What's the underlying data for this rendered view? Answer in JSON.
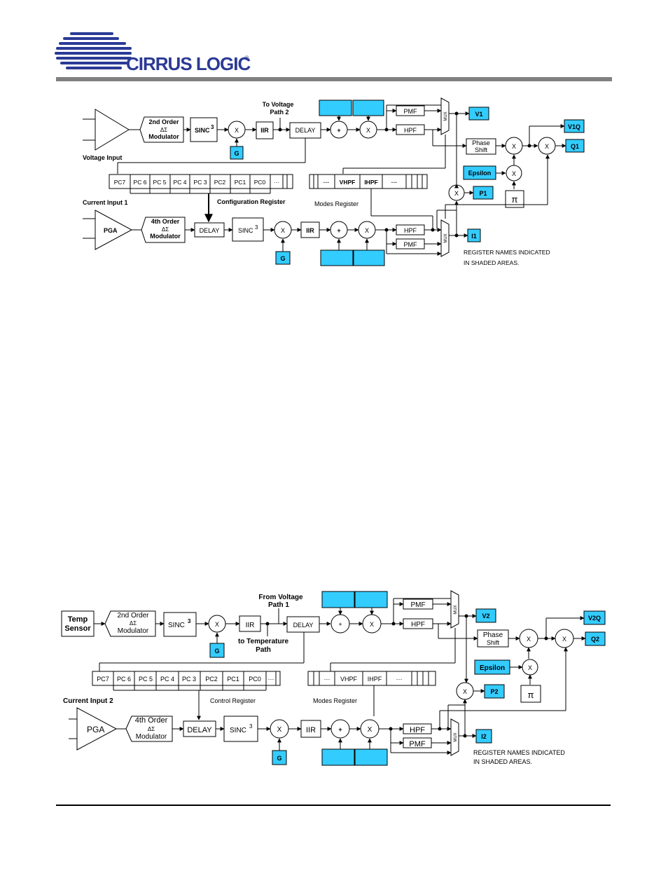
{
  "header": {
    "logo_text": "CIRRUS LOGIC",
    "logo_mark": "®",
    "rule_color": "#808080"
  },
  "colors": {
    "register_fill": "#33ccff",
    "line": "#000000"
  },
  "diagram1": {
    "inputs": {
      "voltage": "Voltage Input",
      "current": "Current Input 1"
    },
    "voltage_path": {
      "modulator": [
        "2nd Order",
        "ΔΣ",
        "Modulator"
      ],
      "sinc": "SINC",
      "sinc_exp": "3",
      "mult": "X",
      "gain": "G",
      "iir": "IIR",
      "delay": "DELAY",
      "to_other": [
        "To Voltage",
        "Path 2"
      ],
      "add": "+",
      "pmf": "PMF",
      "hpf": "HPF",
      "mux": "MUX",
      "out": "V1"
    },
    "current_path": {
      "pga": "PGA",
      "modulator": [
        "4th Order",
        "ΔΣ",
        "Modulator"
      ],
      "delay": "DELAY",
      "sinc": "SINC",
      "sinc_exp": "3",
      "mult": "X",
      "gain": "G",
      "iir": "IIR",
      "add": "+",
      "hpf": "HPF",
      "pmf": "PMF",
      "mux": "MUX",
      "out": "I1"
    },
    "power_section": {
      "phase_shift": [
        "Phase",
        "Shift"
      ],
      "mult": "X",
      "epsilon": "Epsilon",
      "pi": "π",
      "v_quad": "V1Q",
      "q_out": "Q1",
      "p_out": "P1"
    },
    "config_register": {
      "cells": [
        "PC7",
        "PC 6",
        "PC 5",
        "PC 4",
        "PC 3",
        "PC2",
        "PC1",
        "PC0",
        "···"
      ],
      "label": "Configuration Register"
    },
    "modes_register": {
      "cells": [
        "···",
        "VHPF",
        "IHPF",
        "···"
      ],
      "label": "Modes Register"
    },
    "note": [
      "REGISTER NAMES INDICATED",
      "IN SHADED AREAS."
    ]
  },
  "diagram2": {
    "inputs": {
      "temp": [
        "Temp",
        "Sensor"
      ],
      "current": "Current Input 2"
    },
    "voltage_path": {
      "modulator": [
        "2nd Order",
        "ΔΣ",
        "Modulator"
      ],
      "sinc": "SINC",
      "sinc_exp": "3",
      "mult": "X",
      "gain": "G",
      "iir": "IIR",
      "delay": "DELAY",
      "from_other": [
        "From Voltage",
        "Path 1"
      ],
      "to_temp": [
        "to Temperature",
        "Path"
      ],
      "add": "+",
      "pmf": "PMF",
      "hpf": "HPF",
      "mux": "MUX",
      "out": "V2"
    },
    "current_path": {
      "pga": "PGA",
      "modulator": [
        "4th Order",
        "ΔΣ",
        "Modulator"
      ],
      "delay": "DELAY",
      "sinc": "SINC",
      "sinc_exp": "3",
      "mult": "X",
      "gain": "G",
      "iir": "IIR",
      "add": "+",
      "hpf": "HPF",
      "pmf": "PMF",
      "mux": "MUX",
      "out": "I2"
    },
    "power_section": {
      "phase_shift": [
        "Phase",
        "Shift"
      ],
      "mult": "X",
      "epsilon": "Epsilon",
      "pi": "π",
      "v_quad": "V2Q",
      "q_out": "Q2",
      "p_out": "P2"
    },
    "config_register": {
      "cells": [
        "PC7",
        "PC 6",
        "PC 5",
        "PC 4",
        "PC 3",
        "PC2",
        "PC1",
        "PC0",
        "···"
      ],
      "label": "Control Register"
    },
    "modes_register": {
      "cells": [
        "···",
        "VHPF",
        "IHPF",
        "···"
      ],
      "label": "Modes Register"
    },
    "note": [
      "REGISTER NAMES INDICATED",
      "IN SHADED AREAS."
    ]
  }
}
